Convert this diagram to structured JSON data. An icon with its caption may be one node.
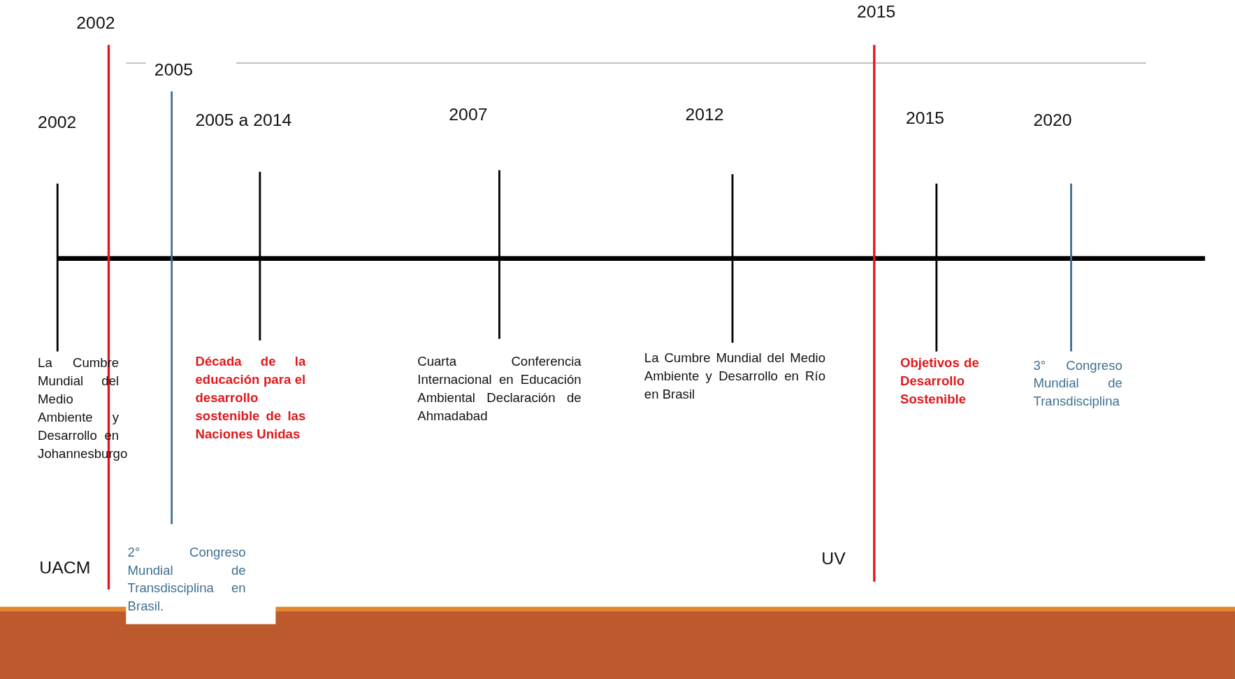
{
  "diagram": {
    "labels": [
      "2002",
      "2015",
      "2005",
      "2002",
      "2005 a 2014",
      "2007",
      "2012",
      "2015",
      "2020",
      "La Cumbre Mundial del Medio Ambiente y Desarrollo en Johannesburgo",
      "Década de la educación para el desarrollo sostenible de las Naciones Unidas",
      "Cuarta Conferencia Internacional en Educación Ambiental Declaración de Ahmadabad",
      "La Cumbre Mundial del Medio Ambiente y Desarrollo en Río en Brasil",
      "Objetivos de Desarrollo Sostenible",
      "3° Congreso Mundial de Transdisciplina",
      "2° Congreso Mundial de Transdisciplina en Brasil.",
      "UACM",
      "UV"
    ]
  }
}
